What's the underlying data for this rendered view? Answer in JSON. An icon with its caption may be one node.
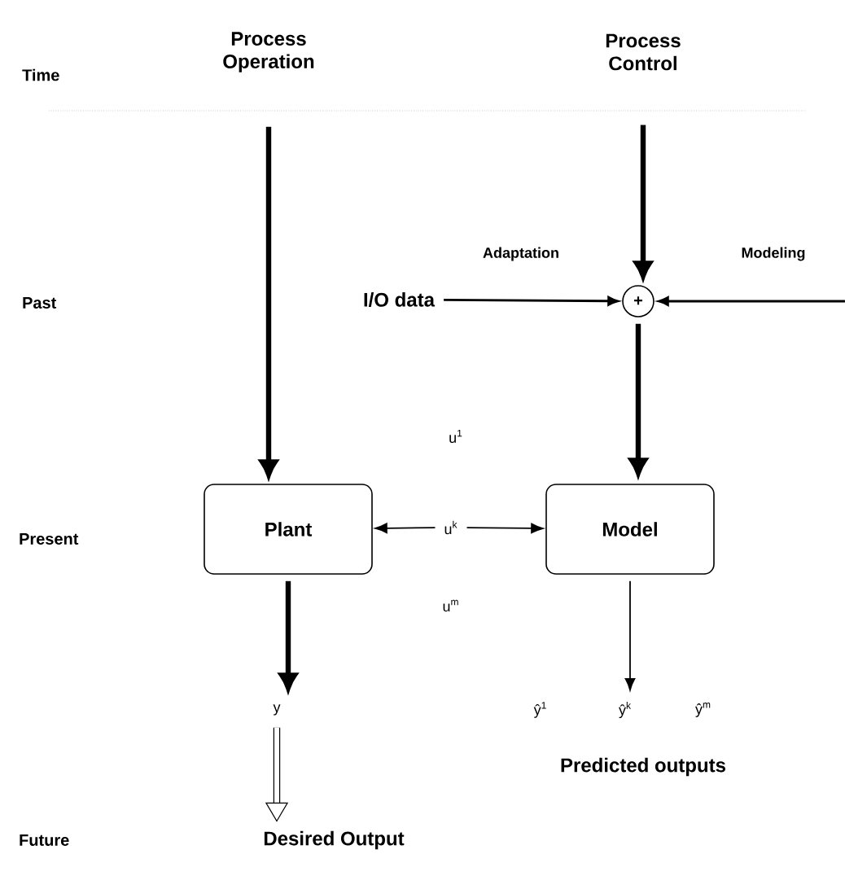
{
  "diagram": {
    "nodes": [
      {
        "text": [
          "Process Operation"
        ]
      },
      {
        "text": [
          "Process Control"
        ]
      },
      {
        "text": [
          "I/O data"
        ]
      },
      {
        "text": [
          "+"
        ]
      },
      {
        "text": [
          "Plant"
        ]
      },
      {
        "text": [
          "Model"
        ]
      },
      {
        "text": [
          "u$^{k}$"
        ]
      },
      {
        "text": [
          "y"
        ]
      },
      {
        "text": [
          "ŷ$^{k}$"
        ]
      },
      {
        "text": [
          "Desired Output"
        ]
      }
    ],
    "edges": [
      {
        "from": 0,
        "to": 4,
        "arrow": "to",
        "style": "thick"
      },
      {
        "from": 1,
        "to": 3,
        "arrow": "to",
        "style": "thick"
      },
      {
        "from": 2,
        "to": 3,
        "arrow": "to",
        "label": "Adaptation"
      },
      {
        "from": null,
        "to": 3,
        "arrow": "to",
        "label": "Modeling"
      },
      {
        "from": 3,
        "to": 5,
        "arrow": "to",
        "style": "thick"
      },
      {
        "from": 6,
        "to": 4,
        "arrow": "to"
      },
      {
        "from": 6,
        "to": 5,
        "arrow": "to"
      },
      {
        "from": 4,
        "to": 7,
        "arrow": "to",
        "style": "thick"
      },
      {
        "from": 5,
        "to": 8,
        "arrow": "to"
      },
      {
        "from": 7,
        "to": 9,
        "arrow": "to",
        "style": "thick"
      }
    ],
    "labels": [
      "Time",
      "Past",
      "u$^{1}$",
      "Present",
      "u$^{m}$",
      "ŷ$^{1}$",
      "ŷ$^{m}$",
      "Predicted outputs",
      "Future"
    ]
  }
}
